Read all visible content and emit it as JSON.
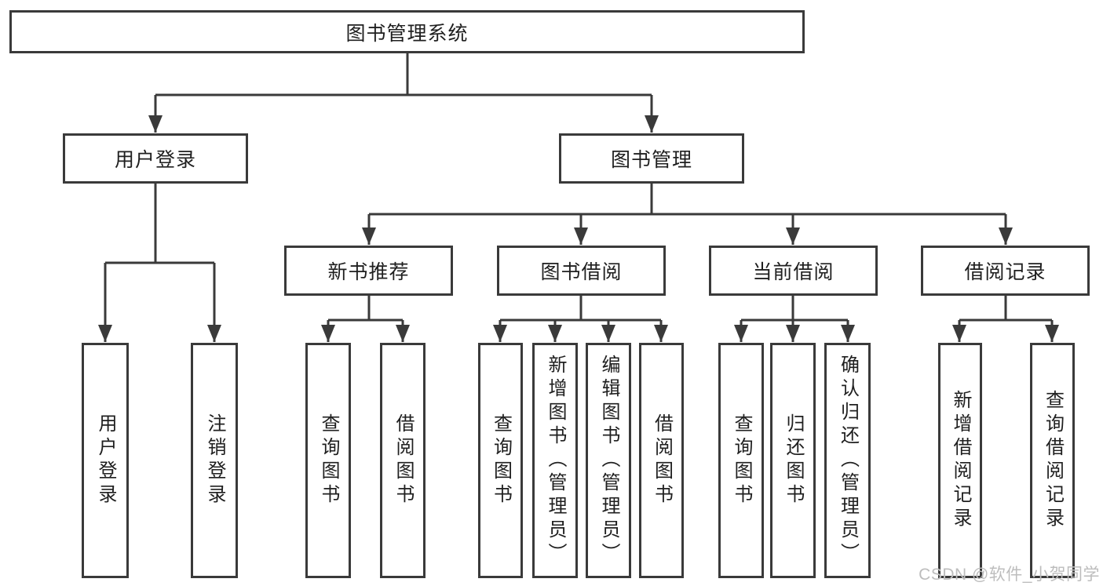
{
  "tree": {
    "label": "图书管理系统",
    "children": [
      {
        "label": "用户登录",
        "children": [
          {
            "label": "用户登录"
          },
          {
            "label": "注销登录"
          }
        ]
      },
      {
        "label": "图书管理",
        "children": [
          {
            "label": "新书推荐",
            "children": [
              {
                "label": "查询图书"
              },
              {
                "label": "借阅图书"
              }
            ]
          },
          {
            "label": "图书借阅",
            "children": [
              {
                "label": "查询图书"
              },
              {
                "label": "新增图书（管理员）"
              },
              {
                "label": "编辑图书（管理员）"
              },
              {
                "label": "借阅图书"
              }
            ]
          },
          {
            "label": "当前借阅",
            "children": [
              {
                "label": "查询图书"
              },
              {
                "label": "归还图书"
              },
              {
                "label": "确认归还（管理员）"
              }
            ]
          },
          {
            "label": "借阅记录",
            "children": [
              {
                "label": "新增借阅记录"
              },
              {
                "label": "查询借阅记录"
              }
            ]
          }
        ]
      }
    ]
  },
  "watermark": {
    "text": "CSDN @软件_小贺同学"
  },
  "colors": {
    "line": "#3a3a3a",
    "text": "#1f1f1f",
    "watermark": "#bdbdbd",
    "background": "#ffffff"
  }
}
